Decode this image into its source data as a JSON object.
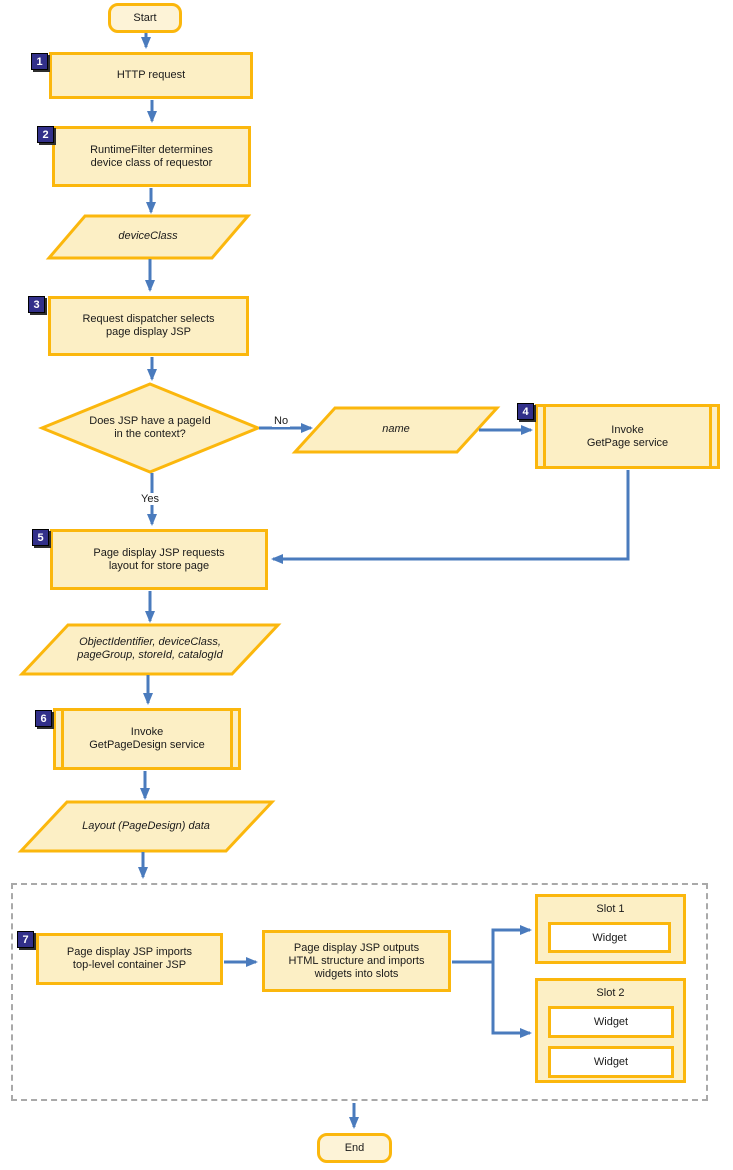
{
  "colors": {
    "shape_fill": "#FCEFC5",
    "shape_border": "#FBB70D",
    "terminator_fill": "#FDF3D7",
    "widget_fill": "#FFFFFF",
    "arrow": "#4A7BBD",
    "badge_bg": "#32308A",
    "badge_text": "#FFFFFF",
    "dash": "#A9A9A9",
    "text": "#1A1A1A"
  },
  "nodes": {
    "start": "Start",
    "step1_num": "1",
    "step1": "HTTP request",
    "step2_num": "2",
    "step2": "RuntimeFilter determines\ndevice class of requestor",
    "data_deviceclass": "deviceClass",
    "step3_num": "3",
    "step3": "Request dispatcher selects\npage display JSP",
    "decision": "Does JSP have a pageId\nin the context?",
    "label_no": "No",
    "label_yes": "Yes",
    "data_name": "name",
    "step4_num": "4",
    "step4": "Invoke\nGetPage service",
    "step5_num": "5",
    "step5": "Page display JSP requests\nlayout for store page",
    "data_inputs": "ObjectIdentifier, deviceClass,\npageGroup, storeId, catalogId",
    "step6_num": "6",
    "step6": "Invoke\nGetPageDesign service",
    "data_layout": "Layout (PageDesign) data",
    "step7_num": "7",
    "step7": "Page display JSP imports\ntop-level container JSP",
    "step8": "Page display JSP outputs\nHTML structure and imports\nwidgets into slots",
    "slot1_label": "Slot 1",
    "slot1_widgets": [
      "Widget"
    ],
    "slot2_label": "Slot 2",
    "slot2_widgets": [
      "Widget",
      "Widget"
    ],
    "end": "End"
  }
}
